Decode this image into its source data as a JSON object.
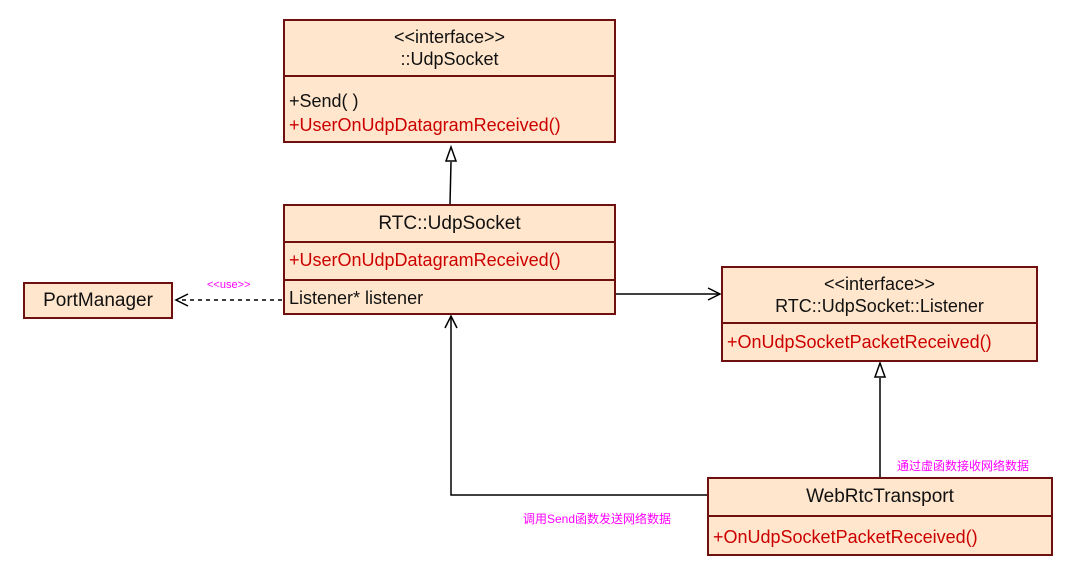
{
  "colors": {
    "fill": "#ffe6cc",
    "border": "#6e1010",
    "highlight": "#cc0000",
    "note": "#ff00ff"
  },
  "classes": {
    "base_socket": {
      "stereotype": "<<interface>>",
      "name": "::UdpSocket",
      "methods": [
        "+Send( )",
        "+UserOnUdpDatagramReceived()"
      ]
    },
    "rtc_socket": {
      "name": "RTC::UdpSocket",
      "methods": [
        "+UserOnUdpDatagramReceived()"
      ],
      "attributes": [
        "Listener* listener"
      ]
    },
    "listener": {
      "stereotype": "<<interface>>",
      "name": "RTC::UdpSocket::Listener",
      "methods": [
        "+OnUdpSocketPacketReceived()"
      ]
    },
    "transport": {
      "name": "WebRtcTransport",
      "methods": [
        "+OnUdpSocketPacketReceived()"
      ]
    },
    "port_manager": {
      "name": "PortManager"
    }
  },
  "annotations": {
    "use": "<<use>>",
    "receive": "通过虚函数接收网络数据",
    "send": "调用Send函数发送网络数据"
  }
}
